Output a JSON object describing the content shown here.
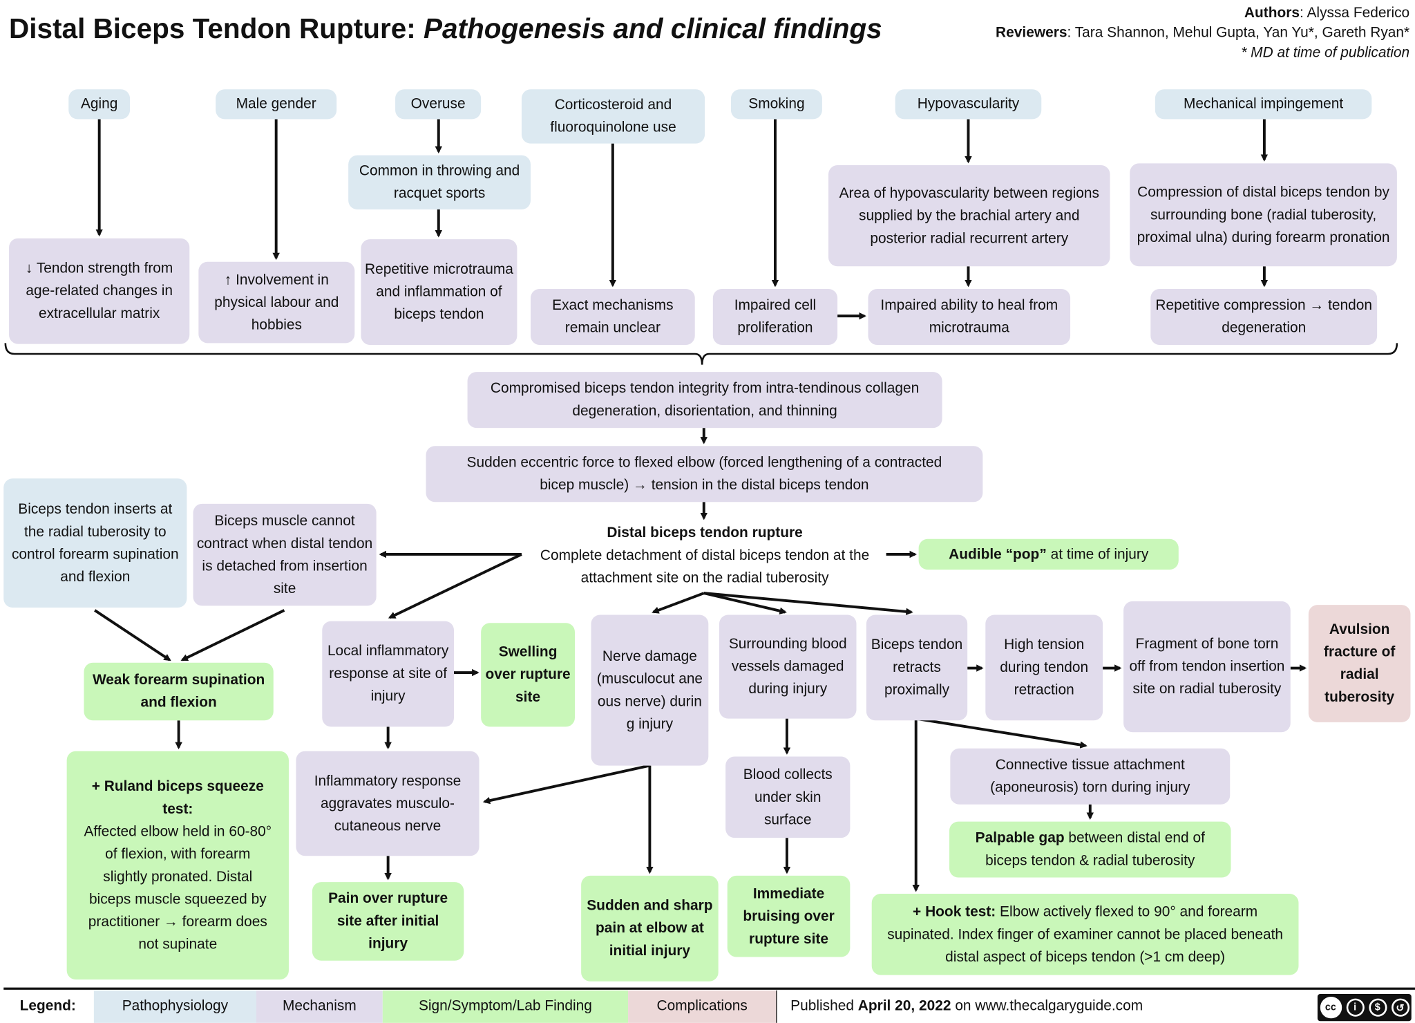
{
  "header": {
    "title_main": "Distal Biceps Tendon Rupture:",
    "title_sub": "Pathogenesis and clinical findings",
    "authors_label": "Authors",
    "authors": ": Alyssa Federico",
    "reviewers_label": "Reviewers",
    "reviewers": ": Tara Shannon, Mehul Gupta, Yan Yu*, Gareth Ryan*",
    "footnote": "* MD at time of publication"
  },
  "causes": {
    "aging": "Aging",
    "male": "Male gender",
    "overuse": "Overuse",
    "cortico": "Corticosteroid and fluoroquinolone use",
    "smoking": "Smoking",
    "hypovascularity": "Hypovascularity",
    "impingement": "Mechanical impingement"
  },
  "mechanisms": {
    "throwing": "Common in throwing and racquet sports",
    "tendon_strength": "↓ Tendon strength from age-related changes in extracellular matrix",
    "involvement": "↑ Involvement in physical labour and hobbies",
    "microtrauma": "Repetitive microtrauma and inflammation of biceps tendon",
    "hypo_area": "Area of hypovascularity between regions supplied by the brachial artery and posterior radial recurrent artery",
    "compression": "Compression of distal biceps tendon by surrounding bone (radial tuberosity, proximal ulna) during forearm pronation",
    "exact": "Exact mechanisms remain unclear",
    "impaired_cell": "Impaired cell proliferation",
    "impaired_heal": "Impaired ability to heal from microtrauma",
    "rep_compression": "Repetitive compression → tendon degeneration",
    "compromised": "Compromised biceps tendon integrity from intra-tendinous collagen degeneration, disorientation, and thinning",
    "eccentric": "Sudden eccentric force to flexed elbow (forced lengthening of a contracted bicep muscle) → tension in the distal biceps tendon"
  },
  "rupture": {
    "heading": "Distal biceps tendon rupture",
    "text": "Complete detachment of distal biceps tendon at the attachment site on the radial tuberosity"
  },
  "audible_pop": {
    "bold": "Audible “pop”",
    "rest": " at time of injury"
  },
  "left": {
    "inserts": "Biceps tendon inserts at the radial tuberosity to control forearm supination and flexion",
    "cannot_contract": "Biceps muscle cannot contract when distal tendon is detached from insertion site",
    "weak": "Weak forearm supination and flexion",
    "ruland_bold": "+ Ruland biceps squeeze test:",
    "ruland_text": "Affected elbow held in 60-80° of flexion, with forearm slightly pronated. Distal biceps muscle squeezed by practitioner → forearm does not supinate"
  },
  "inflammation": {
    "local": "Local inflammatory response at site of injury",
    "swelling": "Swelling over rupture site",
    "aggravates": "Inflammatory response aggravates musculo-cutaneous nerve",
    "pain": "Pain over rupture site after initial injury"
  },
  "nerve": {
    "damage": "Nerve damage (musculocut aneous nerve) during injury",
    "sharp_pain": "Sudden and sharp pain at elbow at initial injury"
  },
  "vessels": {
    "damaged": "Surrounding blood vessels damaged during injury",
    "collects": "Blood collects under skin surface",
    "bruising": "Immediate bruising over rupture site"
  },
  "retraction": {
    "retracts": "Biceps tendon retracts proximally",
    "high_tension": "High tension during tendon retraction",
    "fragment": "Fragment of bone torn off from tendon insertion site on radial tuberosity",
    "avulsion": "Avulsion fracture of radial tuberosity",
    "connective": "Connective tissue attachment (aponeurosis) torn during injury",
    "gap_bold": "Palpable gap",
    "gap_rest": " between distal end of biceps tendon & radial tuberosity",
    "hook_bold": "+ Hook test:",
    "hook_rest": " Elbow actively flexed to 90° and forearm supinated. Index finger of examiner cannot be placed beneath distal aspect of biceps tendon (>1 cm deep)"
  },
  "legend": {
    "label": "Legend:",
    "items": [
      {
        "label": "Pathophysiology",
        "color": "#dce9f1"
      },
      {
        "label": "Mechanism",
        "color": "#e1dcec"
      },
      {
        "label": "Sign/Symptom/Lab Finding",
        "color": "#c9f7b9"
      },
      {
        "label": "Complications",
        "color": "#ecd8d8"
      }
    ]
  },
  "footer": {
    "published_pre": "Published ",
    "published_date": "April 20, 2022",
    "published_post": " on www.thecalgaryguide.com",
    "license_icon": "cc-by-nc-sa-icon"
  }
}
